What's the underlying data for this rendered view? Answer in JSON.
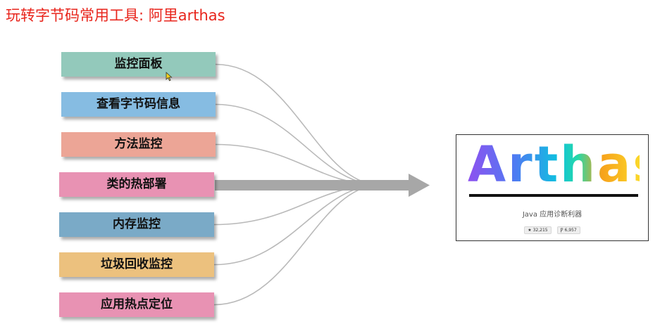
{
  "title": "玩转字节码常用工具: 阿里arthas",
  "features": [
    {
      "label": "监控面板",
      "color": "#93c9bb"
    },
    {
      "label": "查看字节码信息",
      "color": "#86bce2"
    },
    {
      "label": "方法监控",
      "color": "#eca596"
    },
    {
      "label": "类的热部署",
      "color": "#e892b3"
    },
    {
      "label": "内存监控",
      "color": "#7aaac7"
    },
    {
      "label": "垃圾回收监控",
      "color": "#ecc17e"
    },
    {
      "label": "应用热点定位",
      "color": "#e892b3"
    }
  ],
  "brand": {
    "logo_text": "Arthas",
    "subtitle": "Java 应用诊断利器",
    "stars": "32,215",
    "forks": "6,957",
    "star_icon": "★",
    "fork_icon": "Ƿ"
  },
  "colors": {
    "title": "#e8251c",
    "connector": "#b9b9b9",
    "arrow": "#a7a7a7"
  }
}
